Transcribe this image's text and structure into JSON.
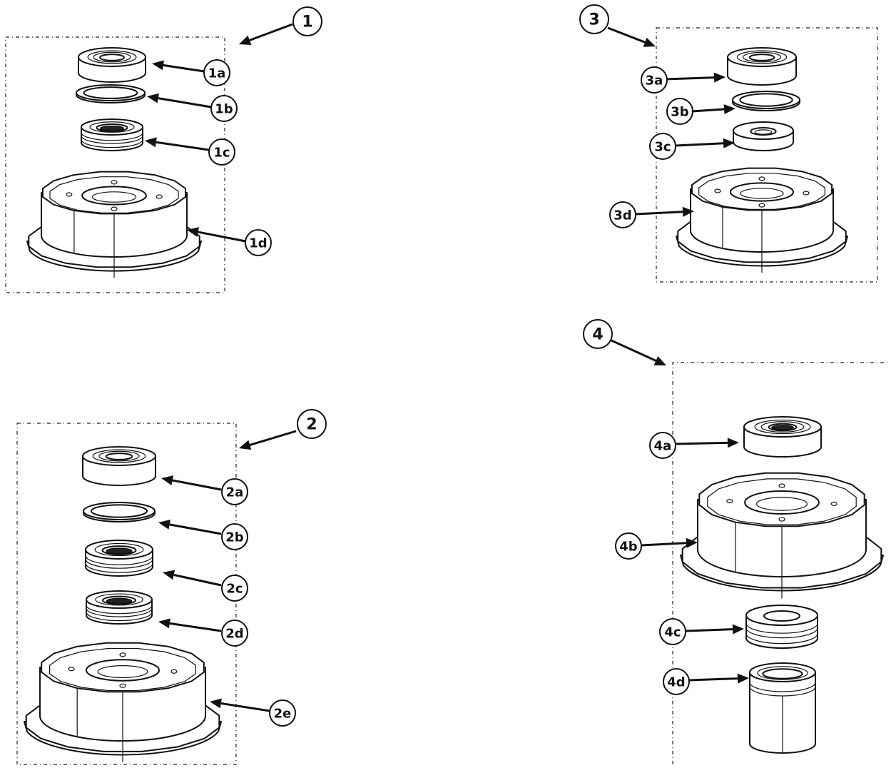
{
  "assemblies": [
    {
      "id": "1",
      "label": "1",
      "parts": [
        {
          "id": "1a",
          "label": "1a",
          "kind": "bearing"
        },
        {
          "id": "1b",
          "label": "1b",
          "kind": "washer"
        },
        {
          "id": "1c",
          "label": "1c",
          "kind": "seal"
        },
        {
          "id": "1d",
          "label": "1d",
          "kind": "housing"
        }
      ]
    },
    {
      "id": "2",
      "label": "2",
      "parts": [
        {
          "id": "2a",
          "label": "2a",
          "kind": "bearing"
        },
        {
          "id": "2b",
          "label": "2b",
          "kind": "washer"
        },
        {
          "id": "2c",
          "label": "2c",
          "kind": "seal"
        },
        {
          "id": "2d",
          "label": "2d",
          "kind": "seal"
        },
        {
          "id": "2e",
          "label": "2e",
          "kind": "housing"
        }
      ]
    },
    {
      "id": "3",
      "label": "3",
      "parts": [
        {
          "id": "3a",
          "label": "3a",
          "kind": "bearing"
        },
        {
          "id": "3b",
          "label": "3b",
          "kind": "washer"
        },
        {
          "id": "3c",
          "label": "3c",
          "kind": "spacer"
        },
        {
          "id": "3d",
          "label": "3d",
          "kind": "housing"
        }
      ]
    },
    {
      "id": "4",
      "label": "4",
      "parts": [
        {
          "id": "4a",
          "label": "4a",
          "kind": "bearing"
        },
        {
          "id": "4b",
          "label": "4b",
          "kind": "housing"
        },
        {
          "id": "4c",
          "label": "4c",
          "kind": "seal"
        },
        {
          "id": "4d",
          "label": "4d",
          "kind": "sleeve"
        }
      ]
    }
  ],
  "colors": {
    "line": "#111111",
    "background": "#ffffff"
  }
}
